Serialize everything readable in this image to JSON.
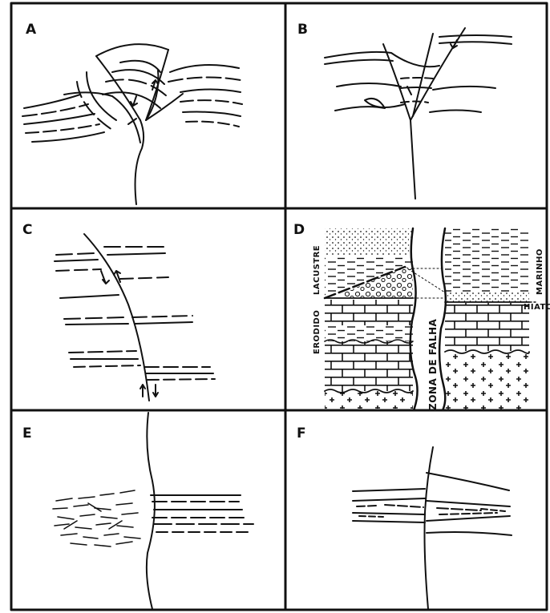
{
  "panels": [
    {
      "letter": "A"
    },
    {
      "letter": "B"
    },
    {
      "letter": "C"
    },
    {
      "letter": "D",
      "labels": {
        "lacustre": "LACUSTRE",
        "erodido": "ERODIDO",
        "marinho": "MARINHO",
        "hiato": "HIATO",
        "fault_zone": "ZONA DE FALHA"
      }
    },
    {
      "letter": "E"
    },
    {
      "letter": "F"
    }
  ]
}
